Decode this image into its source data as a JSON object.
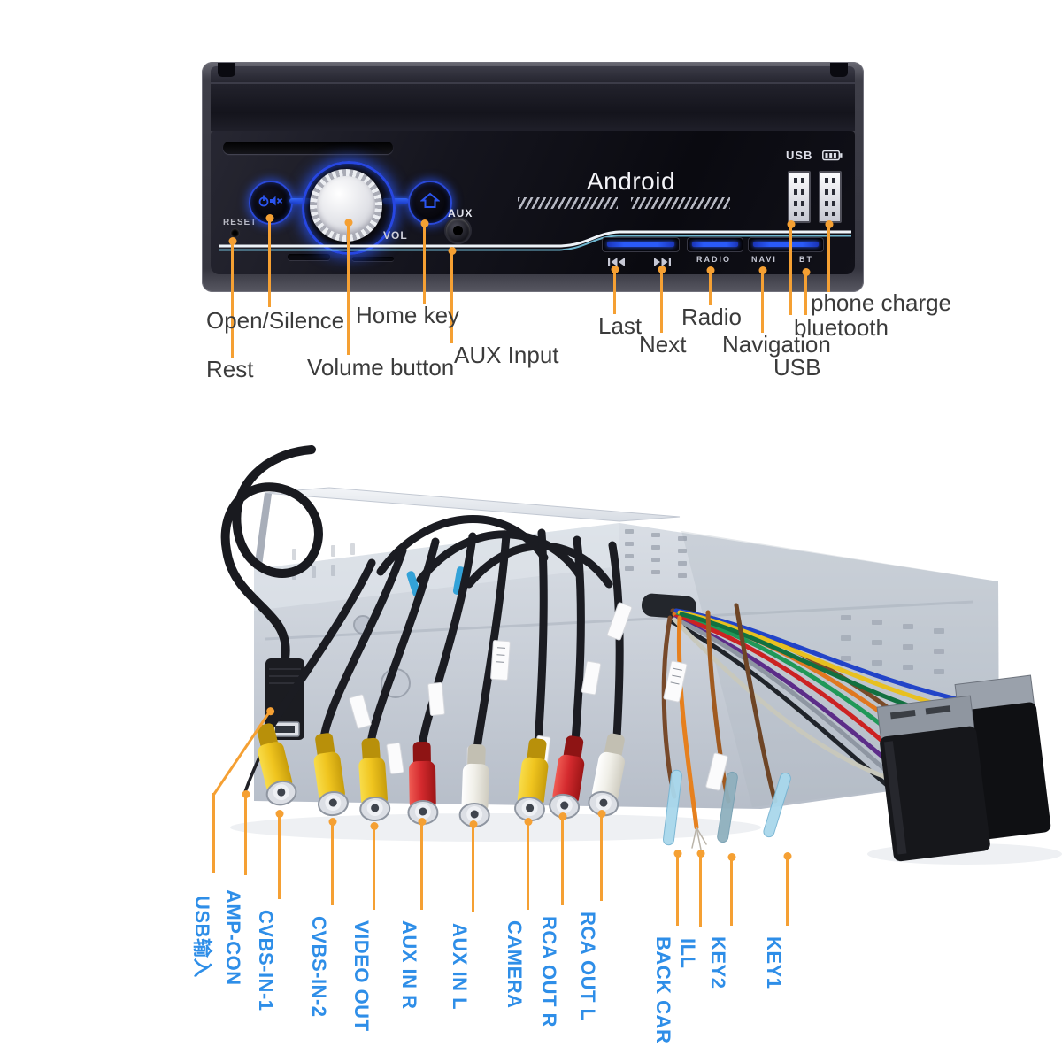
{
  "front_view": {
    "panel": {
      "brand": "Android",
      "reset_label": "RESET",
      "vol_label": "VOL",
      "aux_label": "AUX",
      "usb_label": "USB",
      "radio_label": "RADIO",
      "navi_label": "NAVI",
      "bt_label": "BT"
    },
    "callouts": [
      {
        "label": "Open/Silence"
      },
      {
        "label": "Rest"
      },
      {
        "label": "Volume button"
      },
      {
        "label": "Home key"
      },
      {
        "label": "AUX Input"
      },
      {
        "label": "Last"
      },
      {
        "label": "Next"
      },
      {
        "label": "Radio"
      },
      {
        "label": "Navigation"
      },
      {
        "label": "USB"
      },
      {
        "label": "bluetooth"
      },
      {
        "label": "phone charge"
      }
    ]
  },
  "rear_view": {
    "callouts": [
      {
        "label": "USB输入"
      },
      {
        "label": "AMP-CON"
      },
      {
        "label": "CVBS-IN-1"
      },
      {
        "label": "CVBS-IN-2"
      },
      {
        "label": "VIDEO OUT"
      },
      {
        "label": "AUX IN R"
      },
      {
        "label": "AUX IN L"
      },
      {
        "label": "CAMERA"
      },
      {
        "label": "RCA OUT R"
      },
      {
        "label": "RCA OUT L"
      },
      {
        "label": "BACK CAR"
      },
      {
        "label": "ILL"
      },
      {
        "label": "KEY2"
      },
      {
        "label": "KEY1"
      }
    ]
  },
  "icons": {
    "power_mute": "power-mute-icon",
    "home": "home-icon",
    "battery": "battery-charge-icon",
    "previous": "previous-track-icon",
    "next": "next-track-icon"
  },
  "colors": {
    "callout_orange": "#F5A033",
    "rear_label_blue": "#2E8EE8",
    "accent_blue": "#2A55F0",
    "panel_black": "#12121A"
  }
}
